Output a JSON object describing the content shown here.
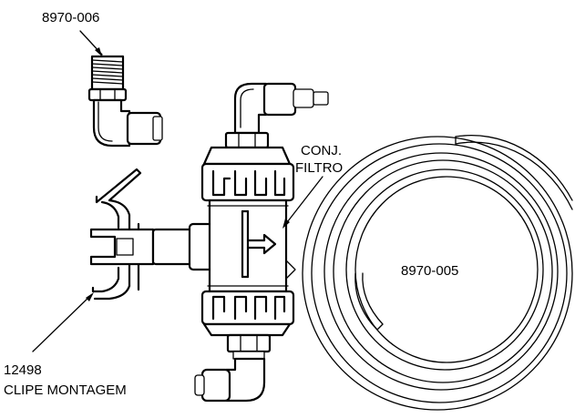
{
  "labels": {
    "elbow_fitting_code": "8970-006",
    "filter_assembly_line1": "CONJ.",
    "filter_assembly_line2": "FILTRO",
    "tubing_coil_code": "8970-005",
    "mounting_clip_code": "12498",
    "mounting_clip_name": "CLIPE MONTAGEM"
  },
  "colors": {
    "line": "#000000",
    "background": "#ffffff"
  }
}
